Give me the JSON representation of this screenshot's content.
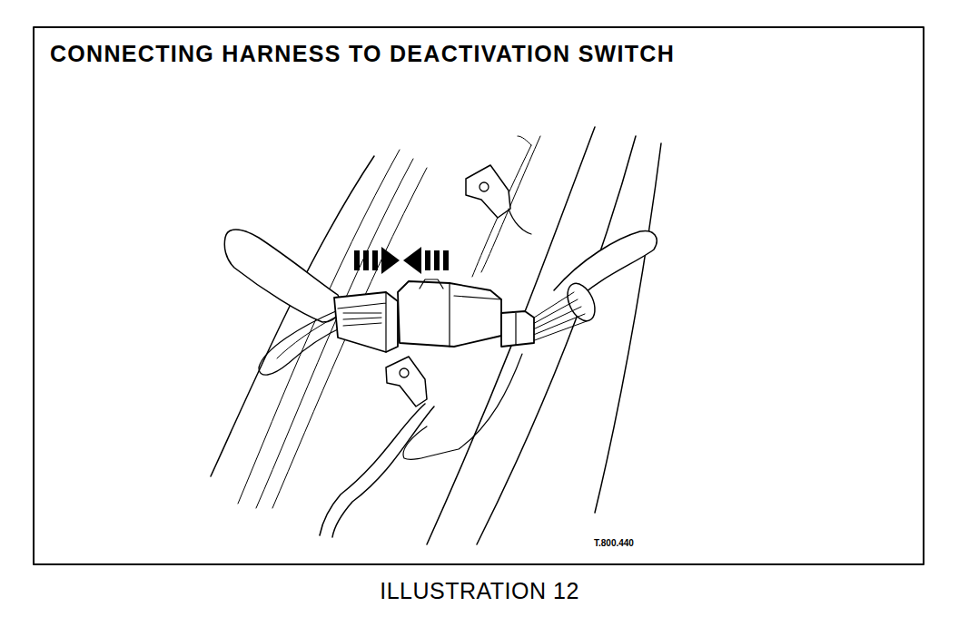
{
  "diagram": {
    "title": "CONNECTING HARNESS TO DEACTIVATION SWITCH",
    "caption": "ILLUSTRATION 12",
    "labels": [
      "T.800.440"
    ]
  }
}
